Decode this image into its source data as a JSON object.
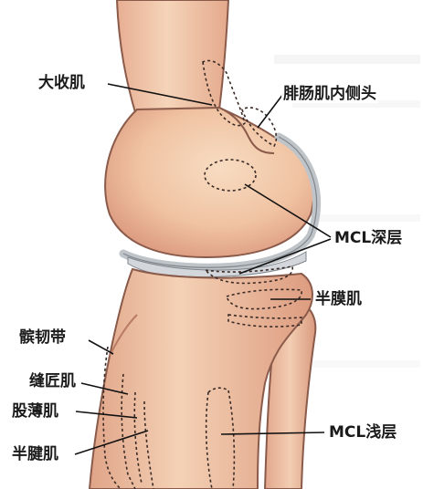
{
  "labels": {
    "adductor_magnus": "大收肌",
    "gastrocnemius_medial_head": "腓肠肌内侧头",
    "mcl_deep": "MCL深层",
    "semimembranosus": "半膜肌",
    "patellar_ligament": "髌韧带",
    "sartorius": "缝匠肌",
    "gracilis": "股薄肌",
    "semitendinosus": "半腱肌",
    "mcl_superficial": "MCL浅层"
  },
  "colors": {
    "bone_fill": "#f2c9a7",
    "bone_shadow": "#d9957c",
    "bone_outline": "#8a5a4a",
    "cartilage": "#c4c8cc",
    "muscle_outline": "#3a2a25"
  }
}
